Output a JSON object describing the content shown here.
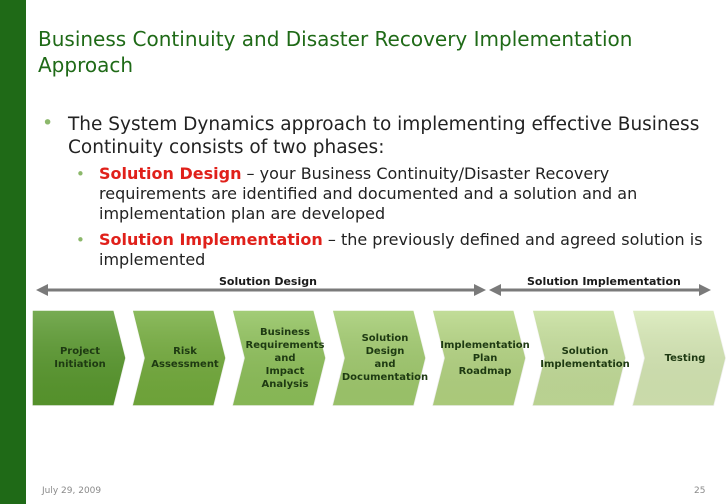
{
  "slide": {
    "title": "Business Continuity and Disaster Recovery Implementation Approach",
    "main_point": "The System Dynamics approach to implementing effective Business Continuity consists of two phases:",
    "phases": [
      {
        "name": "Solution Design",
        "description": " – your Business Continuity/Disaster Recovery requirements are identified and documented and a solution and an implementation plan are developed"
      },
      {
        "name": "Solution Implementation",
        "description": " – the previously defined and agreed solution is implemented"
      }
    ],
    "bullet_glyph": "•"
  },
  "timeline": {
    "design_label": "Solution Design",
    "implementation_label": "Solution Implementation"
  },
  "steps": [
    {
      "label": "Project\nInitiation",
      "color": "#5a9a2e"
    },
    {
      "label": "Risk\nAssessment",
      "color": "#74ad3c"
    },
    {
      "label": "Business\nRequirements\nand\nImpact\nAnalysis",
      "color": "#8fc25a"
    },
    {
      "label": "Solution\nDesign\nand\nDocumentation",
      "color": "#a2cc6e"
    },
    {
      "label": "Implementation\nPlan\nRoadmap",
      "color": "#b5d682"
    },
    {
      "label": "Solution\nImplementation",
      "color": "#c5df9a"
    },
    {
      "label": "Testing",
      "color": "#d7e9b5"
    }
  ],
  "footer": {
    "date": "July 29, 2009",
    "page": "25"
  },
  "colors": {
    "title": "#1f6a17",
    "accent_bar": "#1f6a17",
    "highlight": "#e0201a",
    "bullet": "#8cb86b",
    "arrow_line": "#7a7a7a"
  }
}
